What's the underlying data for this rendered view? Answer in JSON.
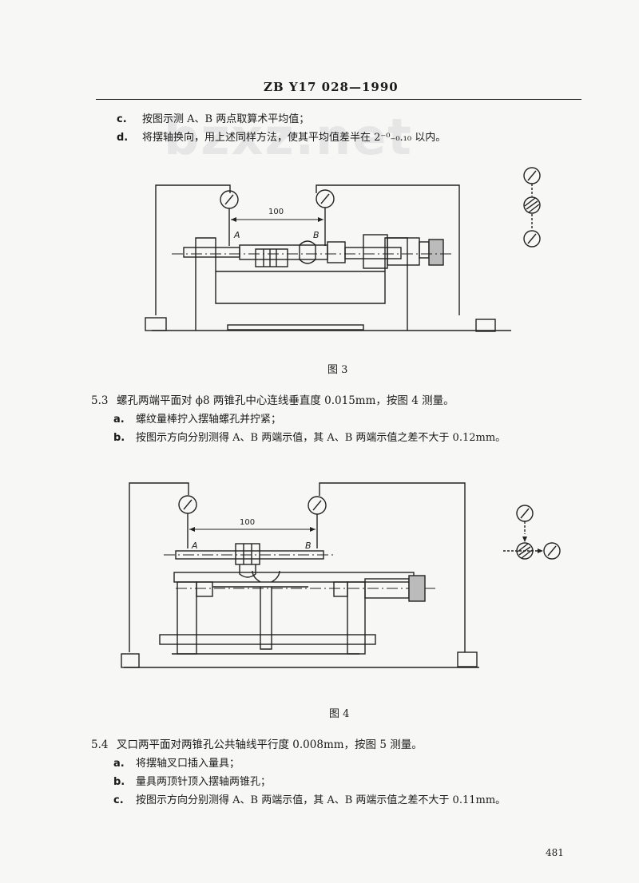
{
  "watermark": "bzxz.net",
  "header": "ZB Y17 028—1990",
  "intro_steps": [
    {
      "letter": "c.",
      "text": "按图示测 A、B 两点取算术平均值；"
    },
    {
      "letter": "d.",
      "text": "将摆轴换向，用上述同样方法，使其平均值差半在 2⁻⁰₋₀.₁₀ 以内。"
    }
  ],
  "figure3": {
    "caption": "图 3",
    "dimension": "100",
    "label_a": "A",
    "label_b": "B"
  },
  "section_5_3": {
    "number": "5.3",
    "title": "螺孔两端平面对 ϕ8 两锥孔中心连线垂直度 0.015mm，按图 4 测量。",
    "steps": [
      {
        "letter": "a.",
        "text": "螺纹量棒拧入摆轴螺孔并拧紧；"
      },
      {
        "letter": "b.",
        "text": "按图示方向分别测得 A、B 两端示值，其 A、B 两端示值之差不大于 0.12mm。"
      }
    ]
  },
  "figure4": {
    "caption": "图 4",
    "dimension": "100",
    "label_a": "A",
    "label_b": "B"
  },
  "section_5_4": {
    "number": "5.4",
    "title": "叉口两平面对两锥孔公共轴线平行度 0.008mm，按图 5 测量。",
    "steps": [
      {
        "letter": "a.",
        "text": "将摆轴叉口插入量具；"
      },
      {
        "letter": "b.",
        "text": "量具两顶针顶入摆轴两锥孔；"
      },
      {
        "letter": "c.",
        "text": "按图示方向分别测得 A、B 两端示值，其 A、B 两端示值之差不大于 0.11mm。"
      }
    ]
  },
  "page_number": "481"
}
